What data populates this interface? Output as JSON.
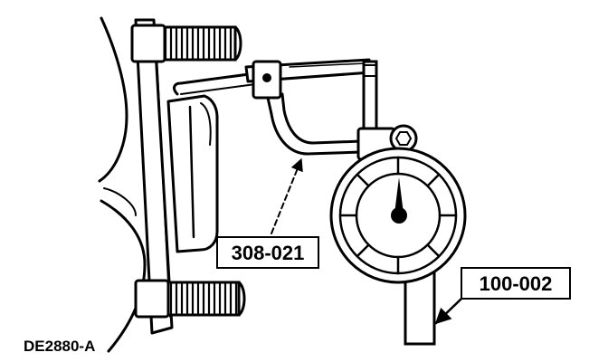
{
  "figure": {
    "id_label": "DE2880-A"
  },
  "callouts": [
    {
      "label": "308-021"
    },
    {
      "label": "100-002"
    }
  ]
}
